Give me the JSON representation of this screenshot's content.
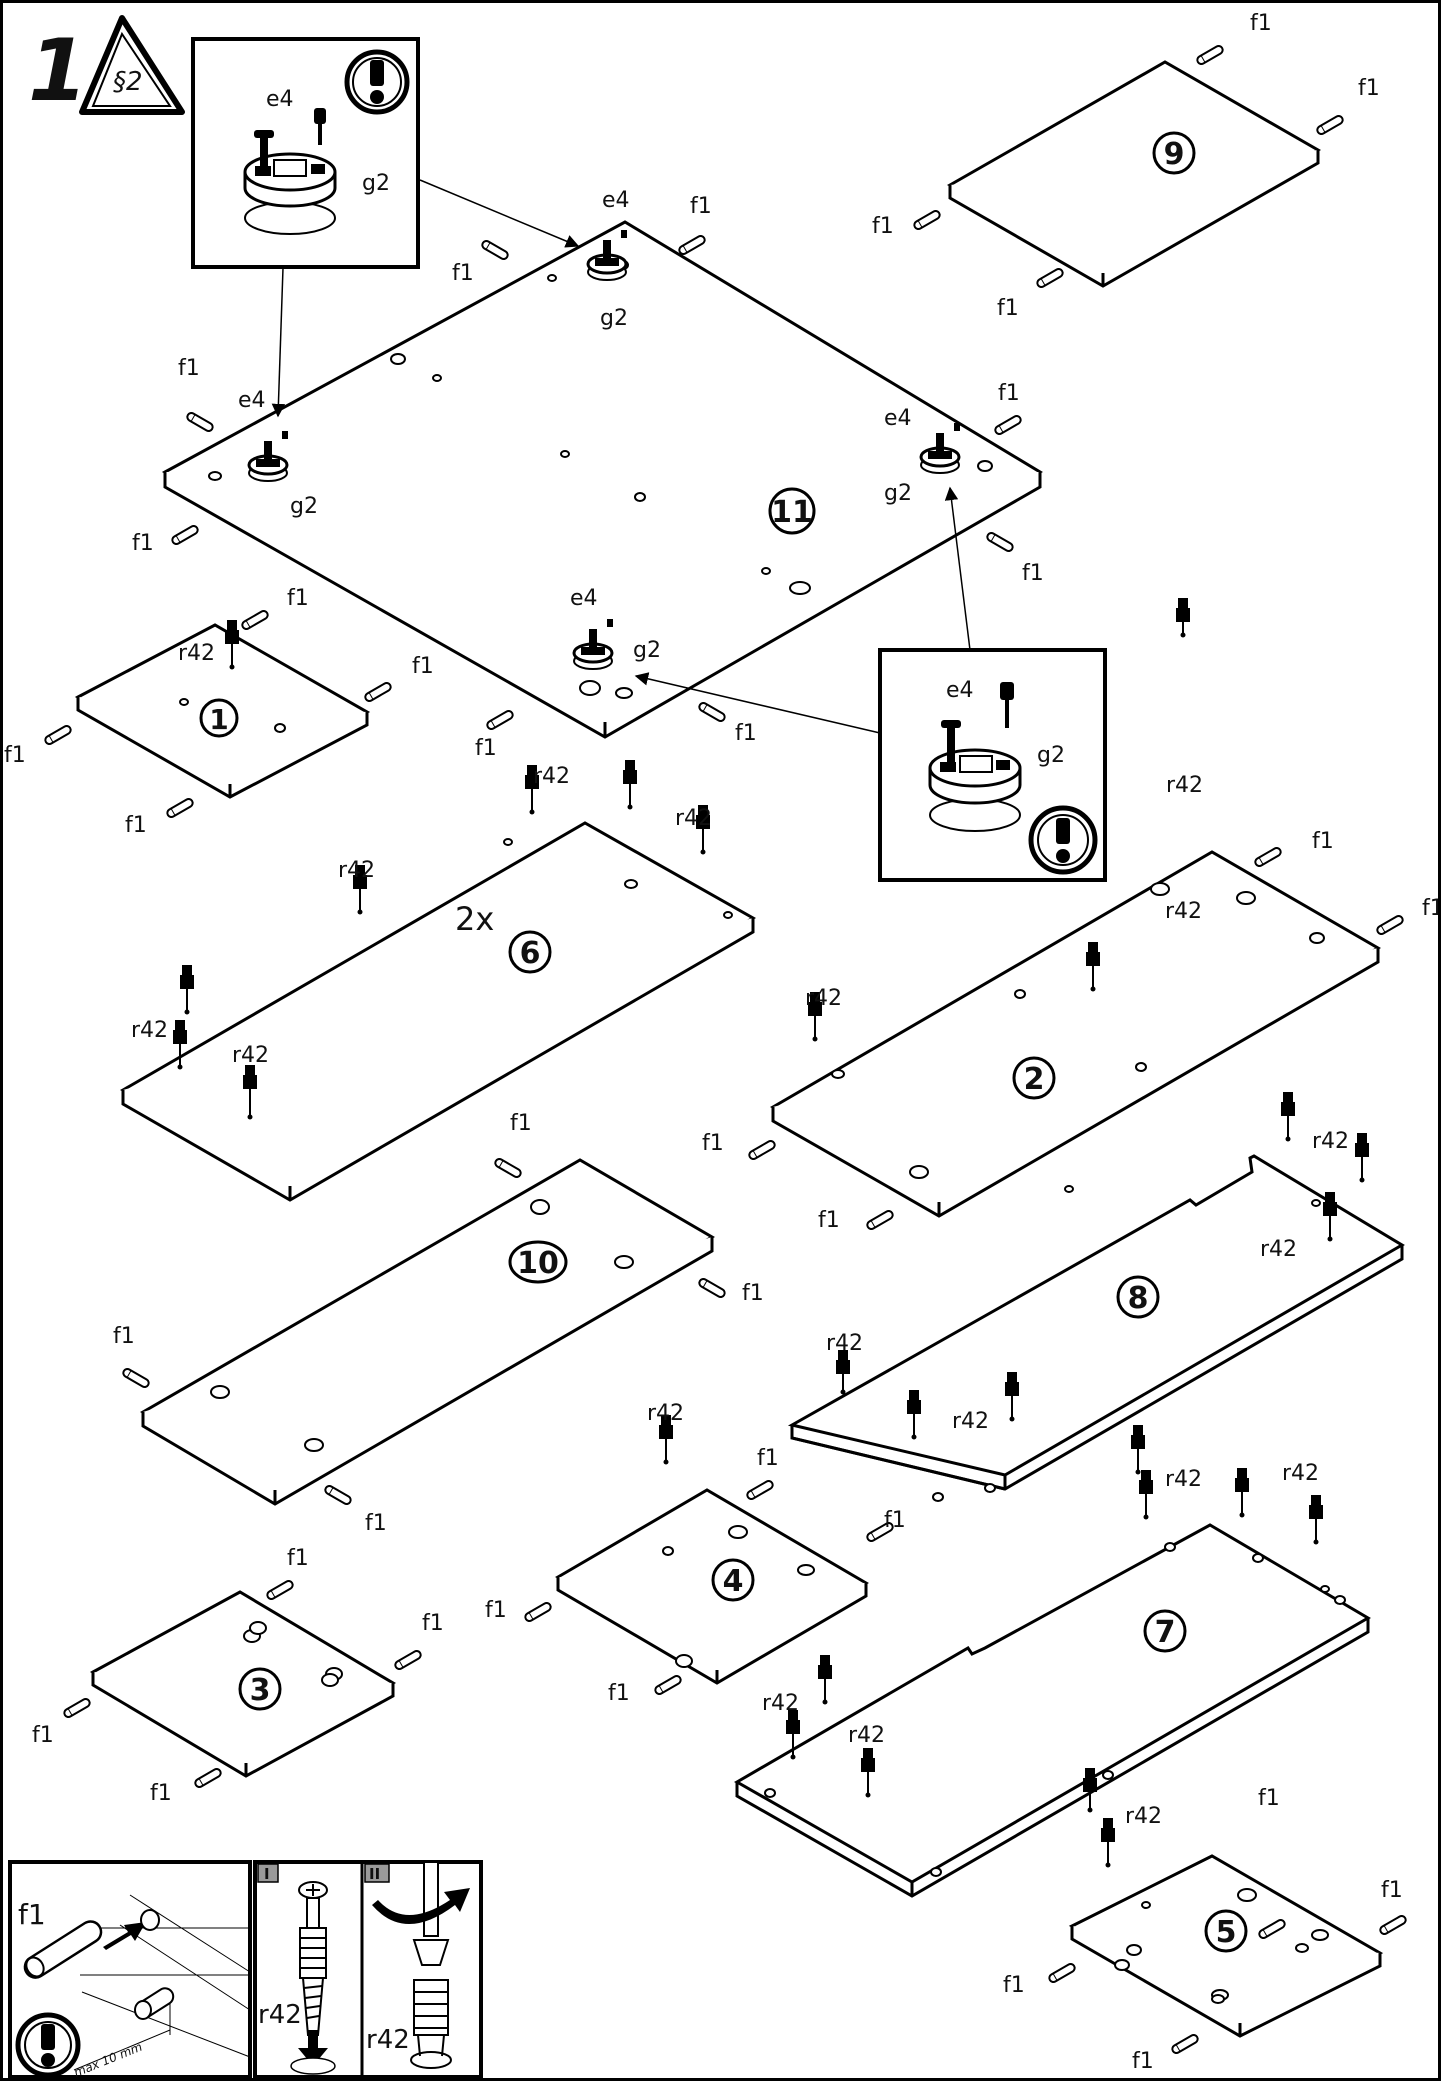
{
  "step": {
    "number": "1",
    "warning_badge": "§2"
  },
  "labels": {
    "cam": "e4",
    "lock": "g2",
    "dowel": "f1",
    "connector": "r42",
    "quantity": "2x",
    "max_depth": "max 10 mm",
    "step_one": "I",
    "step_two": "II"
  },
  "panels": {
    "p1": "1",
    "p2": "2",
    "p3": "3",
    "p4": "4",
    "p5": "5",
    "p6": "6",
    "p7": "7",
    "p8": "8",
    "p9": "9",
    "p10": "10",
    "p11": "11"
  },
  "icons": {
    "attention": "exclamation-circle-icon",
    "warning": "warning-triangle-icon",
    "rotate": "rotate-arrow-icon",
    "push": "push-arrow-icon"
  },
  "colors": {
    "ink": "#000000",
    "paper": "#ffffff",
    "shade": "#9a9a9a"
  }
}
